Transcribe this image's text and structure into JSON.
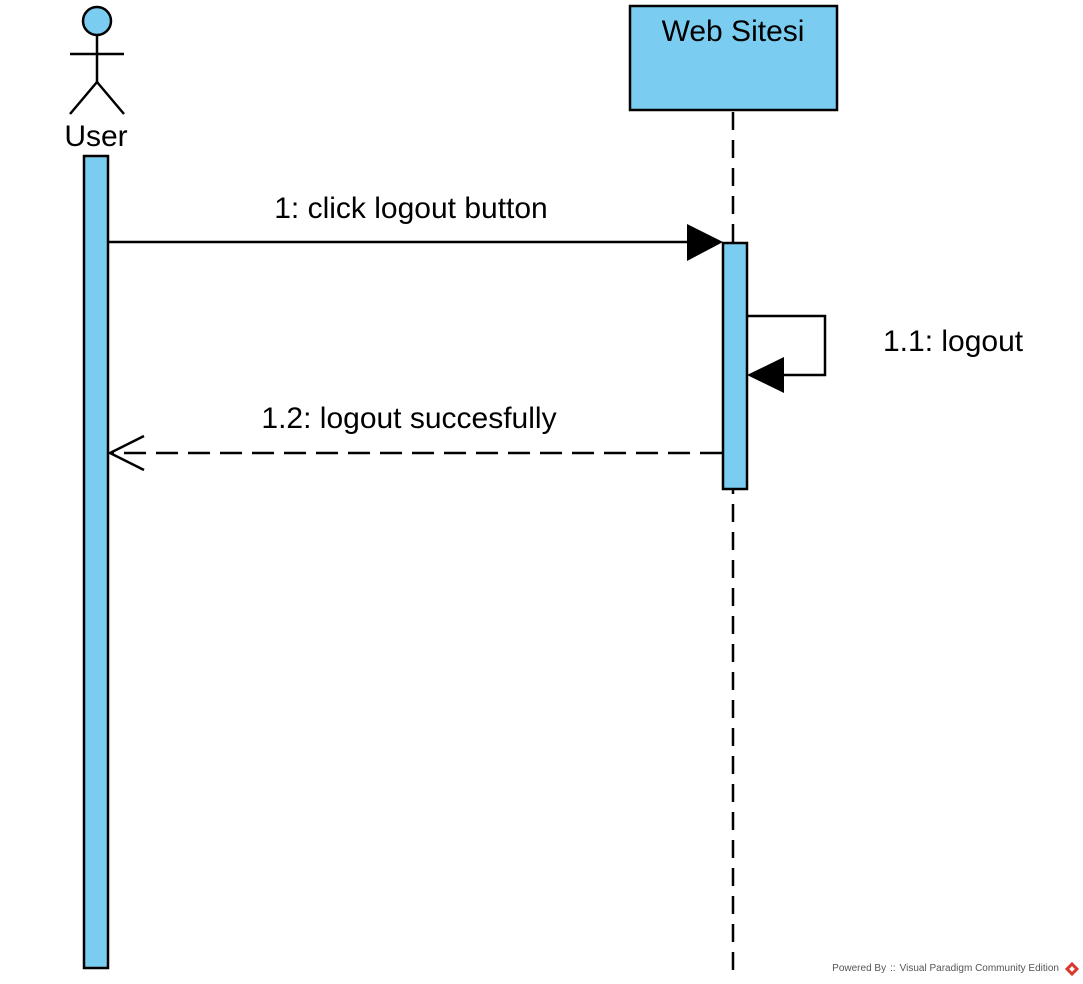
{
  "colors": {
    "fill": "#7acdf1",
    "stroke": "#000000",
    "background": "#ffffff"
  },
  "participants": {
    "actor": {
      "label": "User",
      "icon": "stick-figure-icon"
    },
    "lifeline": {
      "label": "Web Sitesi"
    }
  },
  "messages": [
    {
      "label": "1: click logout button",
      "kind": "synchronous"
    },
    {
      "label": "1.1: logout",
      "kind": "self"
    },
    {
      "label": "1.2: logout succesfully",
      "kind": "return"
    }
  ],
  "watermark": {
    "prefix": "Powered By",
    "separator": "::",
    "product": "Visual Paradigm Community Edition",
    "icon": "visual-paradigm-logo-icon"
  }
}
